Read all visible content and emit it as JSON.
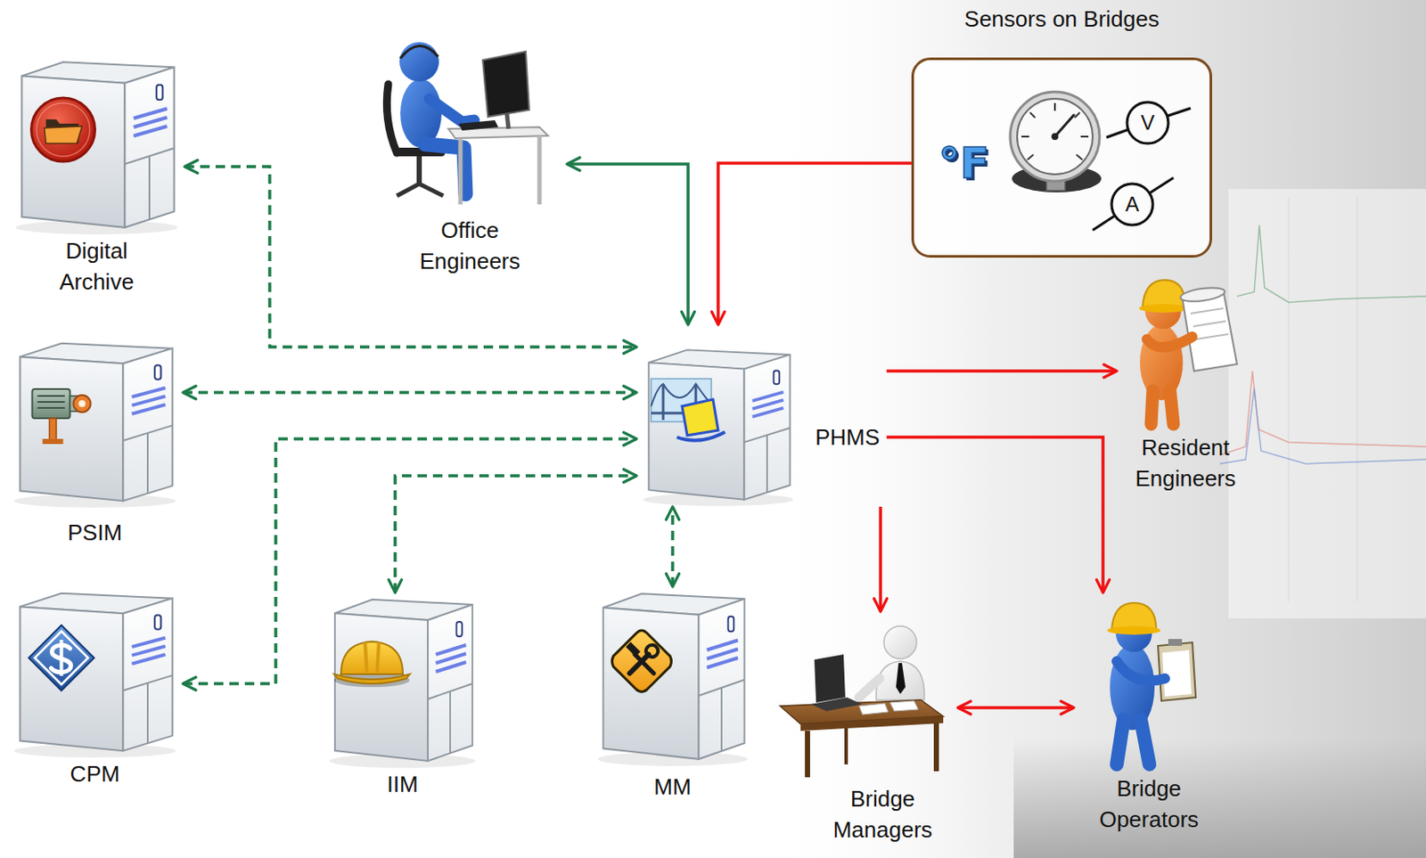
{
  "diagram": {
    "nodes": [
      {
        "text": [
          "Digital Archive"
        ]
      },
      {
        "text": [
          "Office Engineers"
        ]
      },
      {
        "text": [
          "Sensors on Bridges"
        ]
      },
      {
        "text": [
          "PSIM"
        ]
      },
      {
        "text": [
          "PHMS"
        ]
      },
      {
        "text": [
          "Resident Engineers"
        ]
      },
      {
        "text": [
          "CPM"
        ]
      },
      {
        "text": [
          "IIM"
        ]
      },
      {
        "text": [
          "MM"
        ]
      },
      {
        "text": [
          "Bridge Managers"
        ]
      },
      {
        "text": [
          "Bridge Operators"
        ]
      }
    ],
    "edges": [
      {
        "from": 0,
        "to": 4,
        "arrow": "both"
      },
      {
        "from": 3,
        "to": 4,
        "arrow": "both"
      },
      {
        "from": 6,
        "to": 4,
        "arrow": "both"
      },
      {
        "from": 7,
        "to": 4,
        "arrow": "both"
      },
      {
        "from": 8,
        "to": 4,
        "arrow": "both"
      },
      {
        "from": 1,
        "to": 4,
        "arrow": "both"
      },
      {
        "from": 2,
        "to": 4,
        "arrow": "to"
      },
      {
        "from": 4,
        "to": 5,
        "arrow": "to"
      },
      {
        "from": 4,
        "to": 10,
        "arrow": "to"
      },
      {
        "from": 4,
        "to": 9,
        "arrow": "to"
      },
      {
        "from": 9,
        "to": 10,
        "arrow": "both"
      }
    ],
    "labels": [
      "°F",
      "V",
      "A"
    ]
  }
}
